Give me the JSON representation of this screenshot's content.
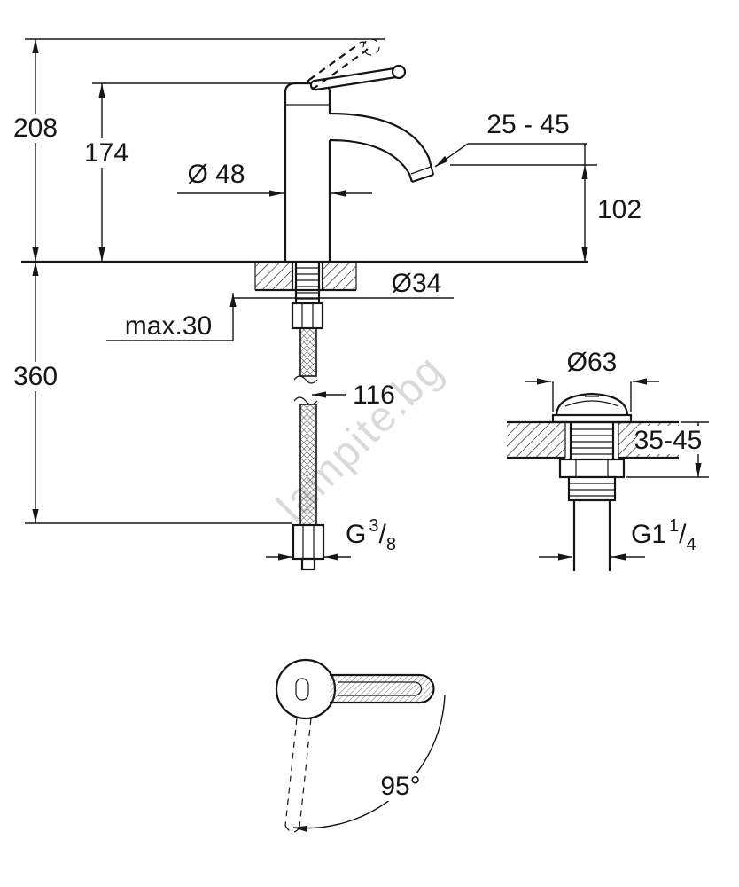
{
  "watermark": "lampite.bg",
  "faucet_view": {
    "total_height": "208",
    "height_to_spout_base": "174",
    "body_diameter": "Ø 48",
    "spout_outlet_range": "25 - 45",
    "outlet_height": "102",
    "mount_hole_diameter": "Ø34",
    "max_deck_thickness": "max.30",
    "hose_length": "360",
    "projection": "116",
    "hose_thread": {
      "prefix": "G",
      "numerator": "3",
      "slash": "/",
      "denominator": "8"
    }
  },
  "drain_view": {
    "flange_diameter": "Ø63",
    "deck_thickness_range": "35-45",
    "thread": {
      "prefix": "G1",
      "numerator": "1",
      "slash": "/",
      "denominator": "4"
    }
  },
  "handle_view": {
    "swivel_angle": "95°"
  }
}
